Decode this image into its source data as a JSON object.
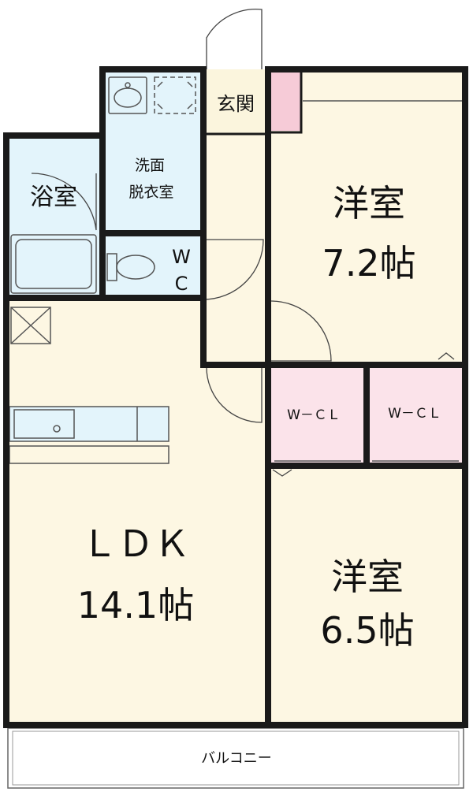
{
  "plan": {
    "rooms": {
      "bath": {
        "label": "浴室",
        "color": "#e3f4fb"
      },
      "washroom": {
        "label_line1": "洗面",
        "label_line2": "脱衣室",
        "color": "#e3f4fb"
      },
      "wc": {
        "label_line1": "W",
        "label_line2": "C",
        "color": "#e3f4fb"
      },
      "entrance": {
        "label": "玄関",
        "color": "#fbf5dd"
      },
      "western1": {
        "label_line1": "洋室",
        "label_line2": "7.2帖",
        "color": "#fdf7e3"
      },
      "western2": {
        "label_line1": "洋室",
        "label_line2": "6.5帖",
        "color": "#fdf7e3"
      },
      "ldk": {
        "label_line1": "ＬＤＫ",
        "label_line2": "14.1帖",
        "color": "#fdf7e3"
      },
      "wcl1": {
        "label": "W－ＣＬ",
        "color": "#fbe3ea"
      },
      "wcl2": {
        "label": "W－ＣＬ",
        "color": "#fbe3ea"
      },
      "balcony": {
        "label": "バルコニー",
        "color": "#ffffff"
      }
    },
    "colors": {
      "wall": "#1a1a1a",
      "fixture": "#555555",
      "storage_pink": "#f6cbd7"
    }
  }
}
